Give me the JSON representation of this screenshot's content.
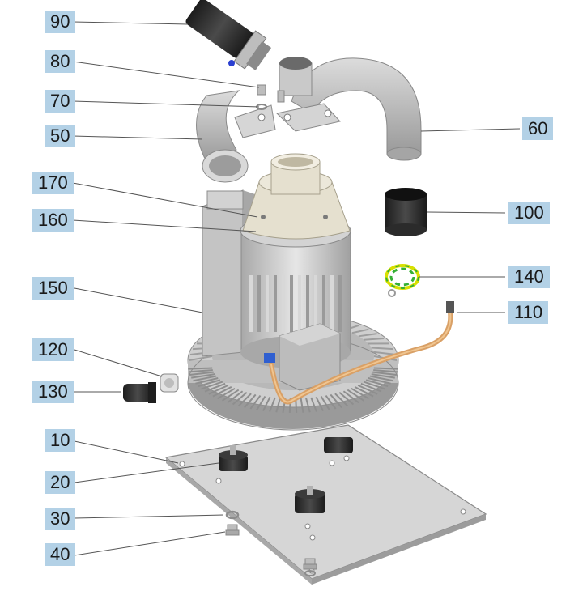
{
  "callouts": [
    {
      "id": "c90",
      "label": "90"
    },
    {
      "id": "c80",
      "label": "80"
    },
    {
      "id": "c70",
      "label": "70"
    },
    {
      "id": "c50",
      "label": "50"
    },
    {
      "id": "c170",
      "label": "170"
    },
    {
      "id": "c160",
      "label": "160"
    },
    {
      "id": "c150",
      "label": "150"
    },
    {
      "id": "c120",
      "label": "120"
    },
    {
      "id": "c130",
      "label": "130"
    },
    {
      "id": "c10",
      "label": "10"
    },
    {
      "id": "c20",
      "label": "20"
    },
    {
      "id": "c30",
      "label": "30"
    },
    {
      "id": "c40",
      "label": "40"
    },
    {
      "id": "c60",
      "label": "60"
    },
    {
      "id": "c100",
      "label": "100"
    },
    {
      "id": "c140",
      "label": "140"
    },
    {
      "id": "c110",
      "label": "110"
    }
  ],
  "colors": {
    "label_bg": "#b3d1e6",
    "leader": "#555555",
    "metal": "#c8c8c8",
    "dark": "#2b2b2b",
    "copper": "#d9a066",
    "beige": "#e5e0cf",
    "ground_yellow": "#d8e000",
    "ground_green": "#35b035"
  }
}
